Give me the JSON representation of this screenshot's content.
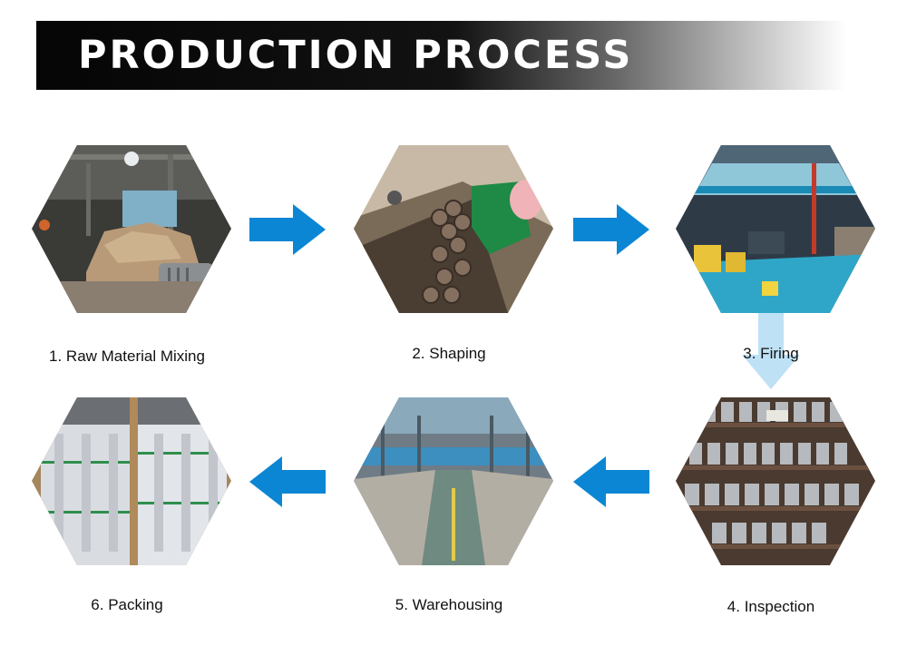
{
  "title": "PRODUCTION PROCESS",
  "colors": {
    "arrow": "#0b86d4",
    "arrow_fade": "#bfe1f6",
    "banner": "#0a0a0a"
  },
  "steps": [
    {
      "label": "1. Raw Material Mixing"
    },
    {
      "label": "2. Shaping"
    },
    {
      "label": "3. Firing"
    },
    {
      "label": "4. Inspection"
    },
    {
      "label": "5. Warehousing"
    },
    {
      "label": "6. Packing"
    }
  ]
}
